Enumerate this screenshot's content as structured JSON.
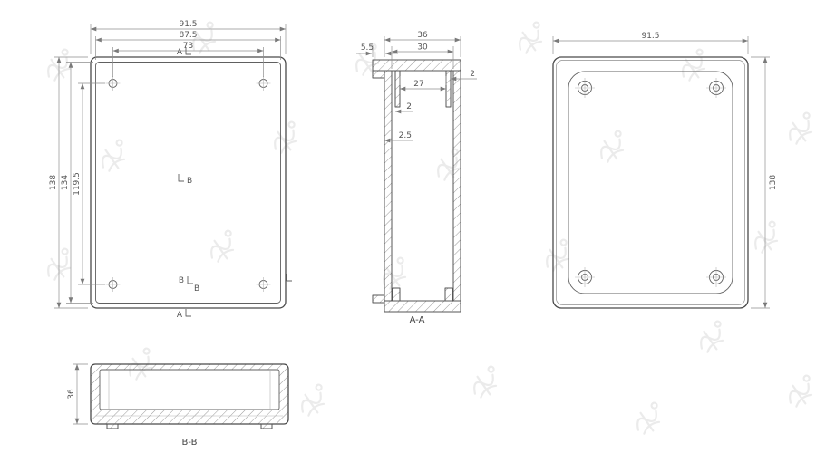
{
  "drawing": {
    "front": {
      "dim_width_outer": "91.5",
      "dim_width_lid": "87.5",
      "dim_hole_span_h": "73",
      "dim_height_outer": "138",
      "dim_height_lid": "134",
      "dim_hole_span_v": "119.5",
      "marker_a_top": "A",
      "marker_a_bottom": "A",
      "marker_b_mid": "B",
      "marker_b_low1": "B",
      "marker_b_low2": "B"
    },
    "section_aa": {
      "label": "A-A",
      "dim_outer_width": "36",
      "dim_inner_width": "30",
      "dim_lip": "5.5",
      "dim_cavity": "27",
      "dim_skirt_right": "2",
      "dim_skirt_left": "2",
      "dim_wall": "2.5"
    },
    "back": {
      "dim_width": "91.5",
      "dim_height": "138"
    },
    "section_bb": {
      "label": "B-B",
      "dim_depth": "36"
    }
  }
}
